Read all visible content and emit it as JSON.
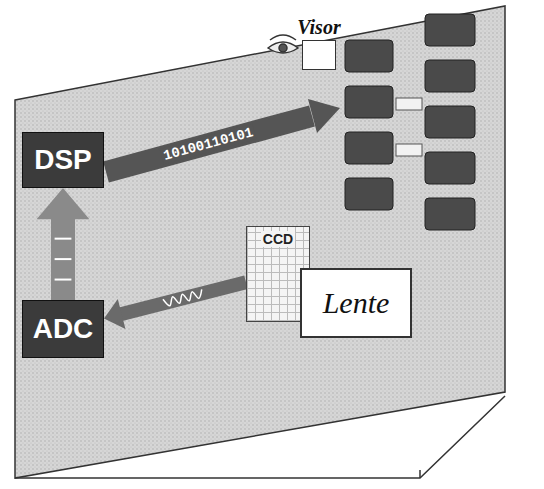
{
  "diagram": {
    "nodes": [
      {
        "text": [
          "Visor"
        ]
      },
      {
        "text": [
          "DSP"
        ]
      },
      {
        "text": [
          "CCD"
        ]
      },
      {
        "text": [
          "Lente"
        ]
      },
      {
        "text": [
          "ADC"
        ]
      }
    ],
    "edges": [
      {
        "from": 4,
        "to": 1,
        "arrow": "to"
      },
      {
        "from": 2,
        "to": 4,
        "arrow": "to"
      }
    ],
    "labels": [
      "10100110101"
    ]
  }
}
